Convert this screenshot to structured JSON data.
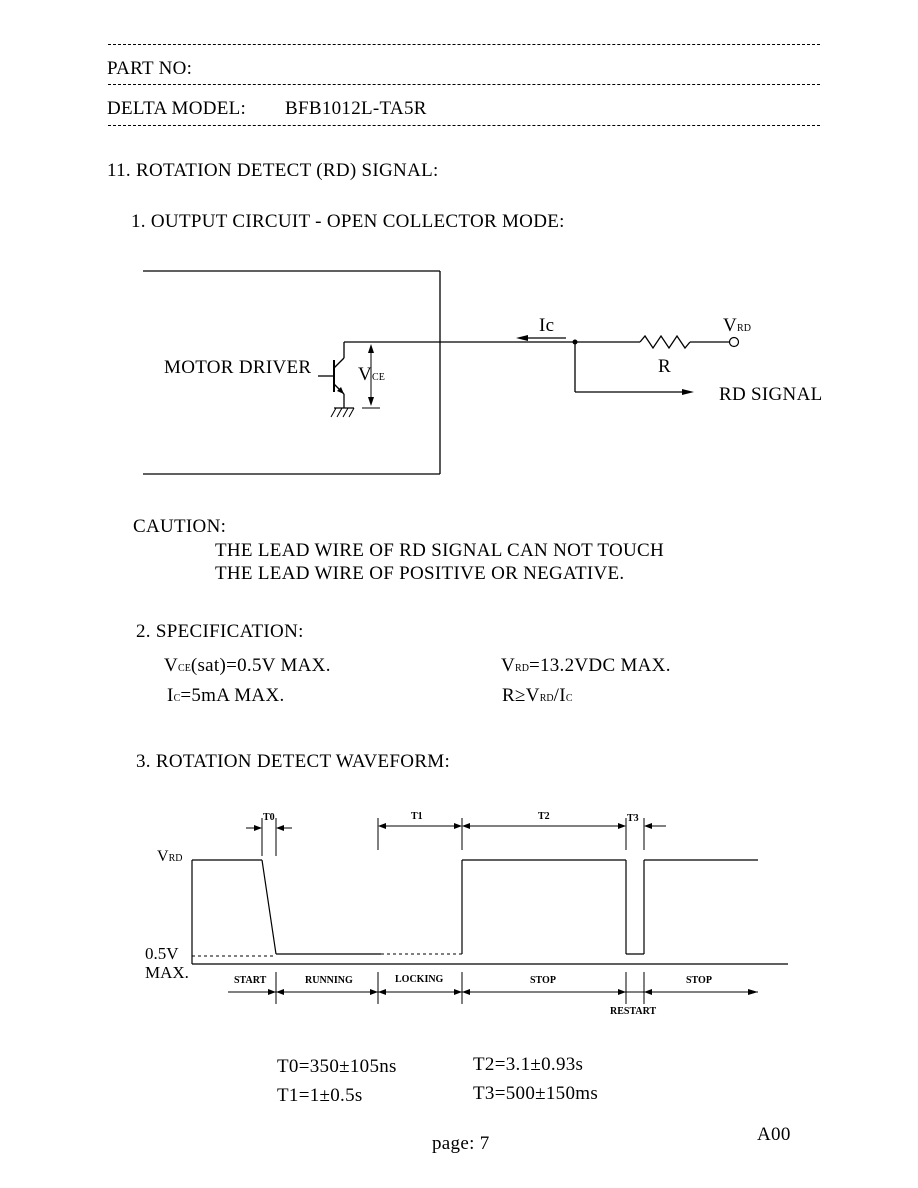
{
  "header": {
    "part_no_label": "PART NO:",
    "delta_model_label": "DELTA MODEL:",
    "delta_model_value": "BFB1012L-TA5R"
  },
  "section": {
    "title": "11. ROTATION DETECT (RD) SIGNAL:"
  },
  "output_circuit": {
    "heading": "1. OUTPUT CIRCUIT - OPEN COLLECTOR MODE:",
    "motor_driver_label": "MOTOR DRIVER",
    "vce_main": "V",
    "vce_sub": "CE",
    "ic_label": "Ic",
    "vrd_main": "V",
    "vrd_sub": "RD",
    "r_label": "R",
    "rd_signal_label": "RD SIGNAL"
  },
  "caution": {
    "label": "CAUTION:",
    "line1": "THE LEAD WIRE OF RD SIGNAL CAN NOT TOUCH",
    "line2": "THE LEAD WIRE OF POSITIVE OR NEGATIVE."
  },
  "specification": {
    "heading": "2. SPECIFICATION:",
    "vce_sat_v": "V",
    "vce_sat_sub": "CE",
    "vce_sat_rest": "(sat)=0.5V MAX.",
    "vrd_v": "V",
    "vrd_sub": "RD",
    "vrd_rest": "=13.2VDC MAX.",
    "ic_main": "I",
    "ic_sub": "C",
    "ic_rest": "=5mA MAX.",
    "r_pre": "R≥V",
    "r_sub1": "RD",
    "r_mid": "/I",
    "r_sub2": "C"
  },
  "waveform": {
    "heading": "3. ROTATION DETECT WAVEFORM:",
    "vrd_main": "V",
    "vrd_sub": "RD",
    "low_label_1": "0.5V",
    "low_label_2": "MAX.",
    "t0": "T0",
    "t1": "T1",
    "t2": "T2",
    "t3": "T3",
    "phases": {
      "start": "START",
      "running": "RUNNING",
      "locking": "LOCKING",
      "stop1": "STOP",
      "restart": "RESTART",
      "stop2": "STOP"
    }
  },
  "timings": {
    "t0": "T0=350±105ns",
    "t1": "T1=1±0.5s",
    "t2": "T2=3.1±0.93s",
    "t3": "T3=500±150ms"
  },
  "footer": {
    "page": "page: 7",
    "revision": "A00"
  }
}
